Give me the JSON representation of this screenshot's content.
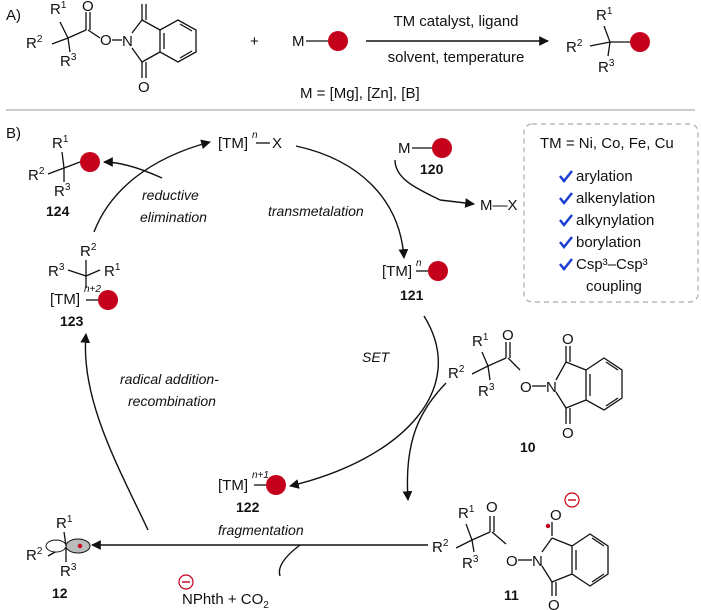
{
  "colors": {
    "ball": "#c4001a",
    "check": "#1a3fd0",
    "box_border": "#aaaaaa",
    "divider": "#999999"
  },
  "section_a": {
    "label": "A)",
    "plus": "+",
    "metal": "M",
    "arrow_top": "TM catalyst, ligand",
    "arrow_bottom": "solvent, temperature",
    "m_def": "M = [Mg], [Zn], [B]"
  },
  "section_b": {
    "label": "B)",
    "info_box": {
      "title": "TM = Ni, Co, Fe, Cu",
      "items": [
        "arylation",
        "alkenylation",
        "alkynylation",
        "borylation",
        "Csp³–Csp³"
      ],
      "last_line": "coupling"
    },
    "compounds": {
      "c10": "10",
      "c11": "11",
      "c12": "12",
      "c120": "120",
      "c121": "121",
      "c122": "122",
      "c123": "123",
      "c124": "124"
    },
    "steps": {
      "reductive": "reductive",
      "elimination": "elimination",
      "transmetalation": "transmetalation",
      "set": "SET",
      "radical1": "radical addition-",
      "radical2": "recombination",
      "fragmentation": "fragmentation"
    },
    "byproduct_mx": "M—X",
    "byproduct_nphth": "NPhth + CO",
    "co2_sub": "2",
    "minus": "−",
    "tm": "[TM]",
    "ox_n": "n",
    "ox_n1": "n+1",
    "ox_n2": "n+2",
    "x": "X",
    "m": "M"
  }
}
